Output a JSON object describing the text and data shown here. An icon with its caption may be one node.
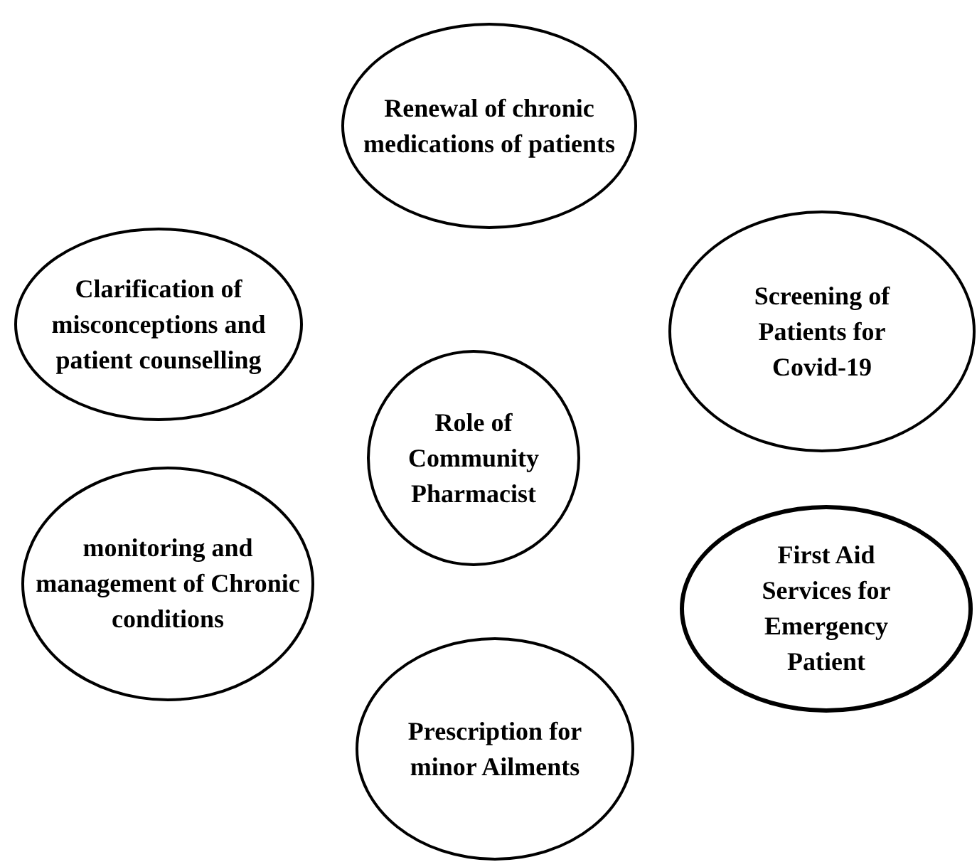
{
  "diagram": {
    "nodes": [
      {
        "text": [
          "Renewal of chronic medications of patients"
        ]
      },
      {
        "text": [
          "Clarification of misconceptions and patient counselling"
        ]
      },
      {
        "text": [
          "Screening of Patients for Covid-19"
        ]
      },
      {
        "text": [
          "Role of Community Pharmacist"
        ]
      },
      {
        "text": [
          "monitoring and management of Chronic conditions"
        ]
      },
      {
        "text": [
          "First Aid Services for Emergency Patient"
        ]
      },
      {
        "text": [
          "Prescription for minor Ailments"
        ]
      }
    ]
  }
}
